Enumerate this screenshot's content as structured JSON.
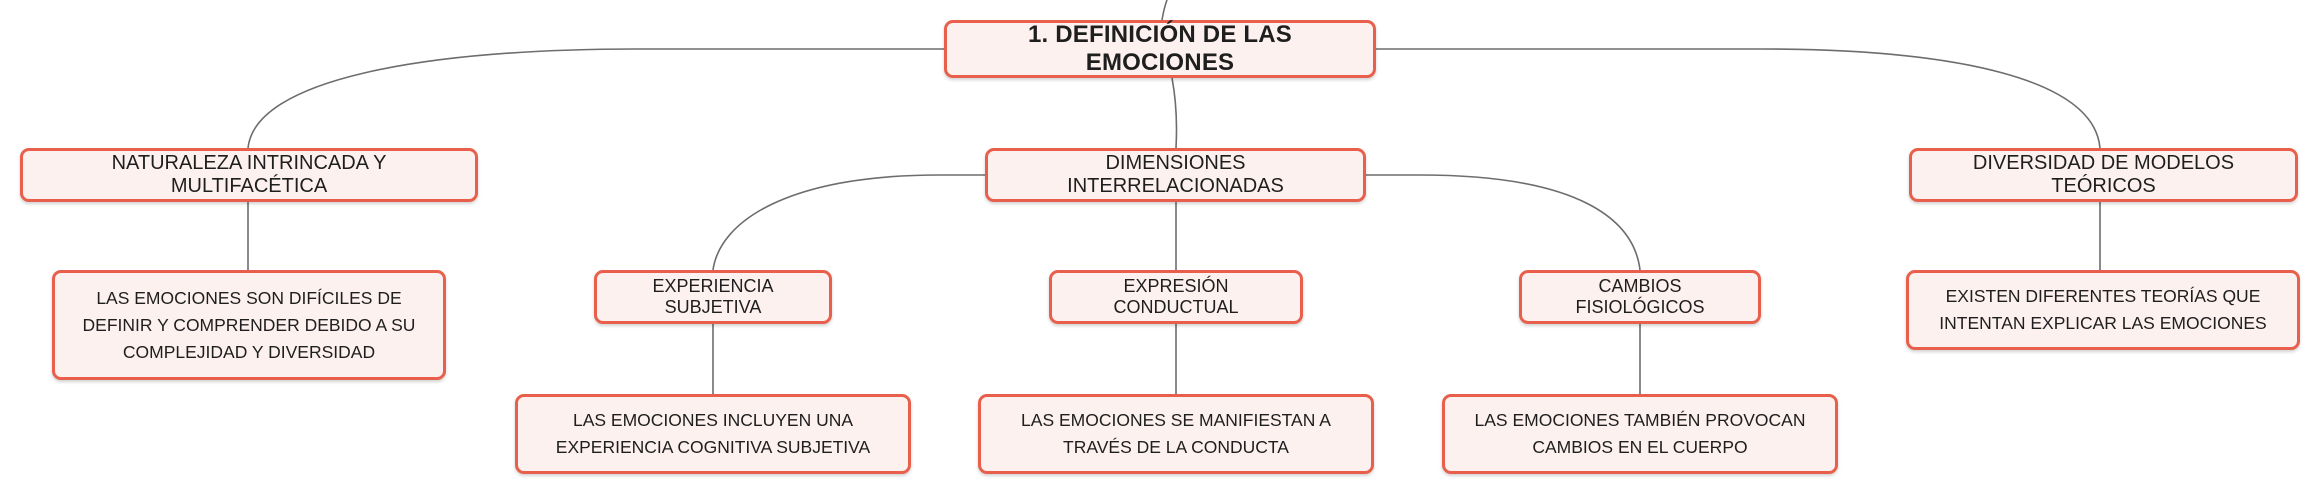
{
  "mindmap": {
    "root": "1. DEFINICIÓN DE LAS EMOCIONES",
    "branches": [
      {
        "label": "NATURALEZA INTRINCADA Y MULTIFACÉTICA",
        "detail": "LAS EMOCIONES SON DIFÍCILES DE DEFINIR Y COMPRENDER DEBIDO A SU COMPLEJIDAD Y DIVERSIDAD"
      },
      {
        "label": "DIMENSIONES INTERRELACIONADAS",
        "children": [
          {
            "label": "EXPERIENCIA SUBJETIVA",
            "detail": "LAS EMOCIONES INCLUYEN UNA EXPERIENCIA COGNITIVA SUBJETIVA"
          },
          {
            "label": "EXPRESIÓN CONDUCTUAL",
            "detail": "LAS EMOCIONES SE MANIFIESTAN A TRAVÉS DE LA CONDUCTA"
          },
          {
            "label": "CAMBIOS FISIOLÓGICOS",
            "detail": "LAS EMOCIONES TAMBIÉN PROVOCAN CAMBIOS EN EL CUERPO"
          }
        ]
      },
      {
        "label": "DIVERSIDAD DE MODELOS TEÓRICOS",
        "detail": "EXISTEN DIFERENTES TEORÍAS QUE INTENTAN EXPLICAR LAS EMOCIONES"
      }
    ]
  },
  "colors": {
    "node_border": "#e8604c",
    "node_fill": "#fdf1ef",
    "connector": "#6d6d6d"
  }
}
